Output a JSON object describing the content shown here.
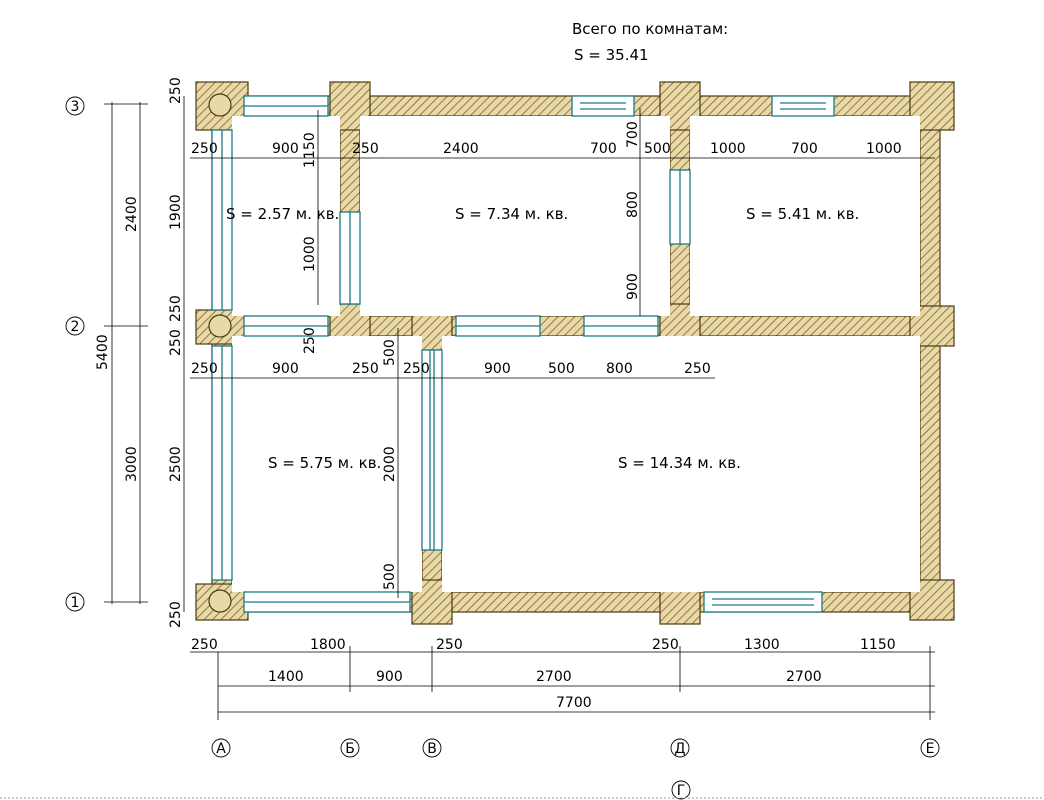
{
  "summary": {
    "title": "Всего по комнатам:",
    "total": "S   =  35.41"
  },
  "rooms": [
    {
      "label": "S   =  2.57 м. кв."
    },
    {
      "label": "S   =  7.34 м. кв."
    },
    {
      "label": "S   =  5.41 м. кв."
    },
    {
      "label": "S   =  5.75 м. кв."
    },
    {
      "label": "S   =  14.34 м. кв."
    }
  ],
  "axes": {
    "rows": [
      "3",
      "2",
      "1"
    ],
    "cols": [
      "А",
      "Б",
      "В",
      "Д",
      "Е",
      "Г"
    ]
  },
  "dims": {
    "top_row": [
      "250",
      "900",
      "250",
      "2400",
      "700",
      "500",
      "1000",
      "700",
      "1000"
    ],
    "mid_row": [
      "250",
      "900",
      "250",
      "250",
      "900",
      "500",
      "800",
      "250"
    ],
    "bottom_row": [
      "250",
      "1800",
      "250",
      "250",
      "1300",
      "1150"
    ],
    "axis_chain": [
      "1400",
      "900",
      "2700",
      "2700"
    ],
    "overall": "7700",
    "left_outer": [
      "5400"
    ],
    "left_mid": [
      "2400",
      "3000"
    ],
    "left_inner": [
      "250",
      "1900",
      "250",
      "250",
      "2500",
      "250"
    ],
    "vertical_misc": [
      "1150",
      "1000",
      "250",
      "700",
      "800",
      "900",
      "500",
      "2000",
      "500"
    ]
  },
  "colors": {
    "wall_fill": "#e9d9a8",
    "wall_hatch": "#6b5316",
    "opening": "#1b7a84"
  }
}
